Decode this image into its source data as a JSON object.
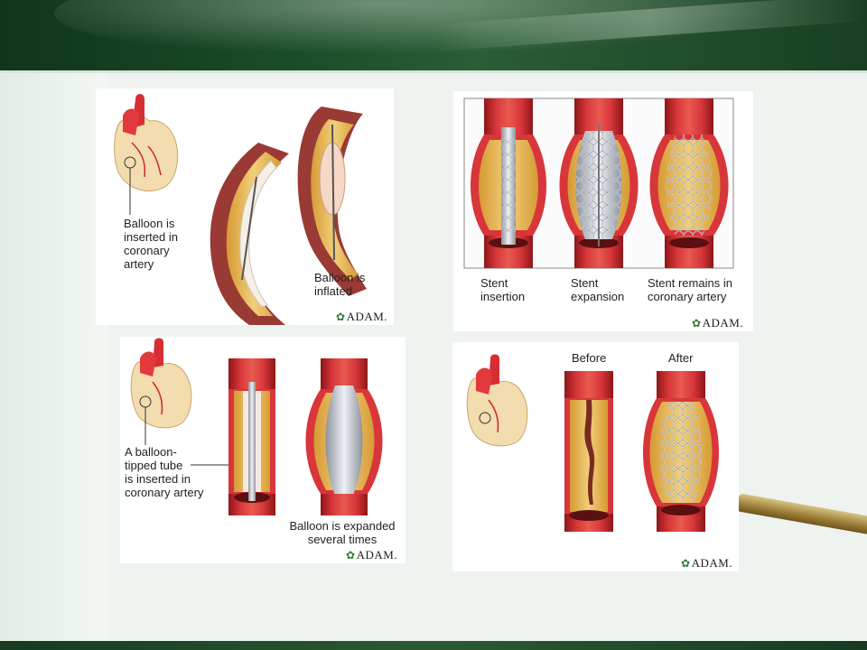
{
  "panels": {
    "balloon_insert": {
      "label_inserted": "Balloon is\ninserted in\ncoronary\nartery",
      "label_inflated": "Balloon is\ninflated",
      "logo": "ADAM."
    },
    "stent": {
      "label_insertion": "Stent\ninsertion",
      "label_expansion": "Stent\nexpansion",
      "label_remains": "Stent remains in\ncoronary artery",
      "logo": "ADAM."
    },
    "balloon_tube": {
      "label_tube": "A balloon-\ntipped tube\nis inserted in\ncoronary artery",
      "label_expanded": "Balloon is expanded\nseveral times",
      "logo": "ADAM."
    },
    "before_after": {
      "label_before": "Before",
      "label_after": "After",
      "logo": "ADAM."
    }
  },
  "colors": {
    "artery": "#c8262a",
    "artery_dark": "#8e1618",
    "plaque": "#e6b85a",
    "stent": "#b8bcc4"
  }
}
